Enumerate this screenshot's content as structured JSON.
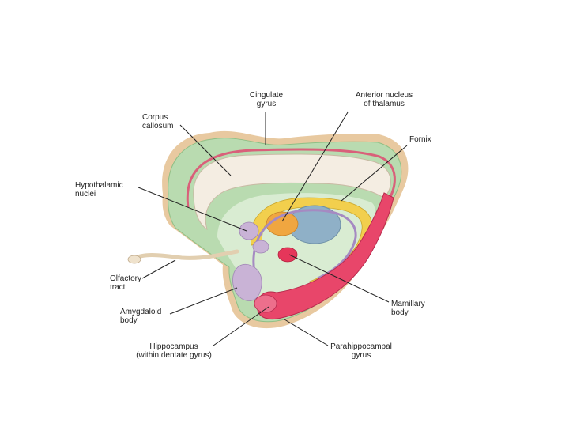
{
  "labels": {
    "cingulate_gyrus": "Cingulate\ngyrus",
    "anterior_nucleus": "Anterior nucleus\nof thalamus",
    "corpus_callosum": "Corpus\ncallosum",
    "fornix": "Fornix",
    "hypothalamic_nuclei": "Hypothalamic\nnuclei",
    "olfactory_tract": "Olfactory\ntract",
    "amygdaloid_body": "Amygdaloid\nbody",
    "mamillary_body": "Mamillary\nbody",
    "hippocampus": "Hippocampus\n(within dentate gyrus)",
    "parahippocampal_gyrus": "Parahippocampal\ngyrus"
  },
  "colors": {
    "outer_green": "#b9dbb0",
    "inner_green": "#d9ecd2",
    "tan_border": "#e8c9a0",
    "corpus_callosum": "#f4ede2",
    "cingulate_stripe": "#d9607a",
    "fornix_yellow": "#f2cf4d",
    "thalamus_blue": "#8fb0c7",
    "anterior_nucleus_orange": "#f0a640",
    "mamillary_red": "#e5365a",
    "parahippocampal_pink": "#e8466a",
    "amygdala_lilac": "#c9b3d6",
    "stria_purple": "#a58ac2"
  }
}
